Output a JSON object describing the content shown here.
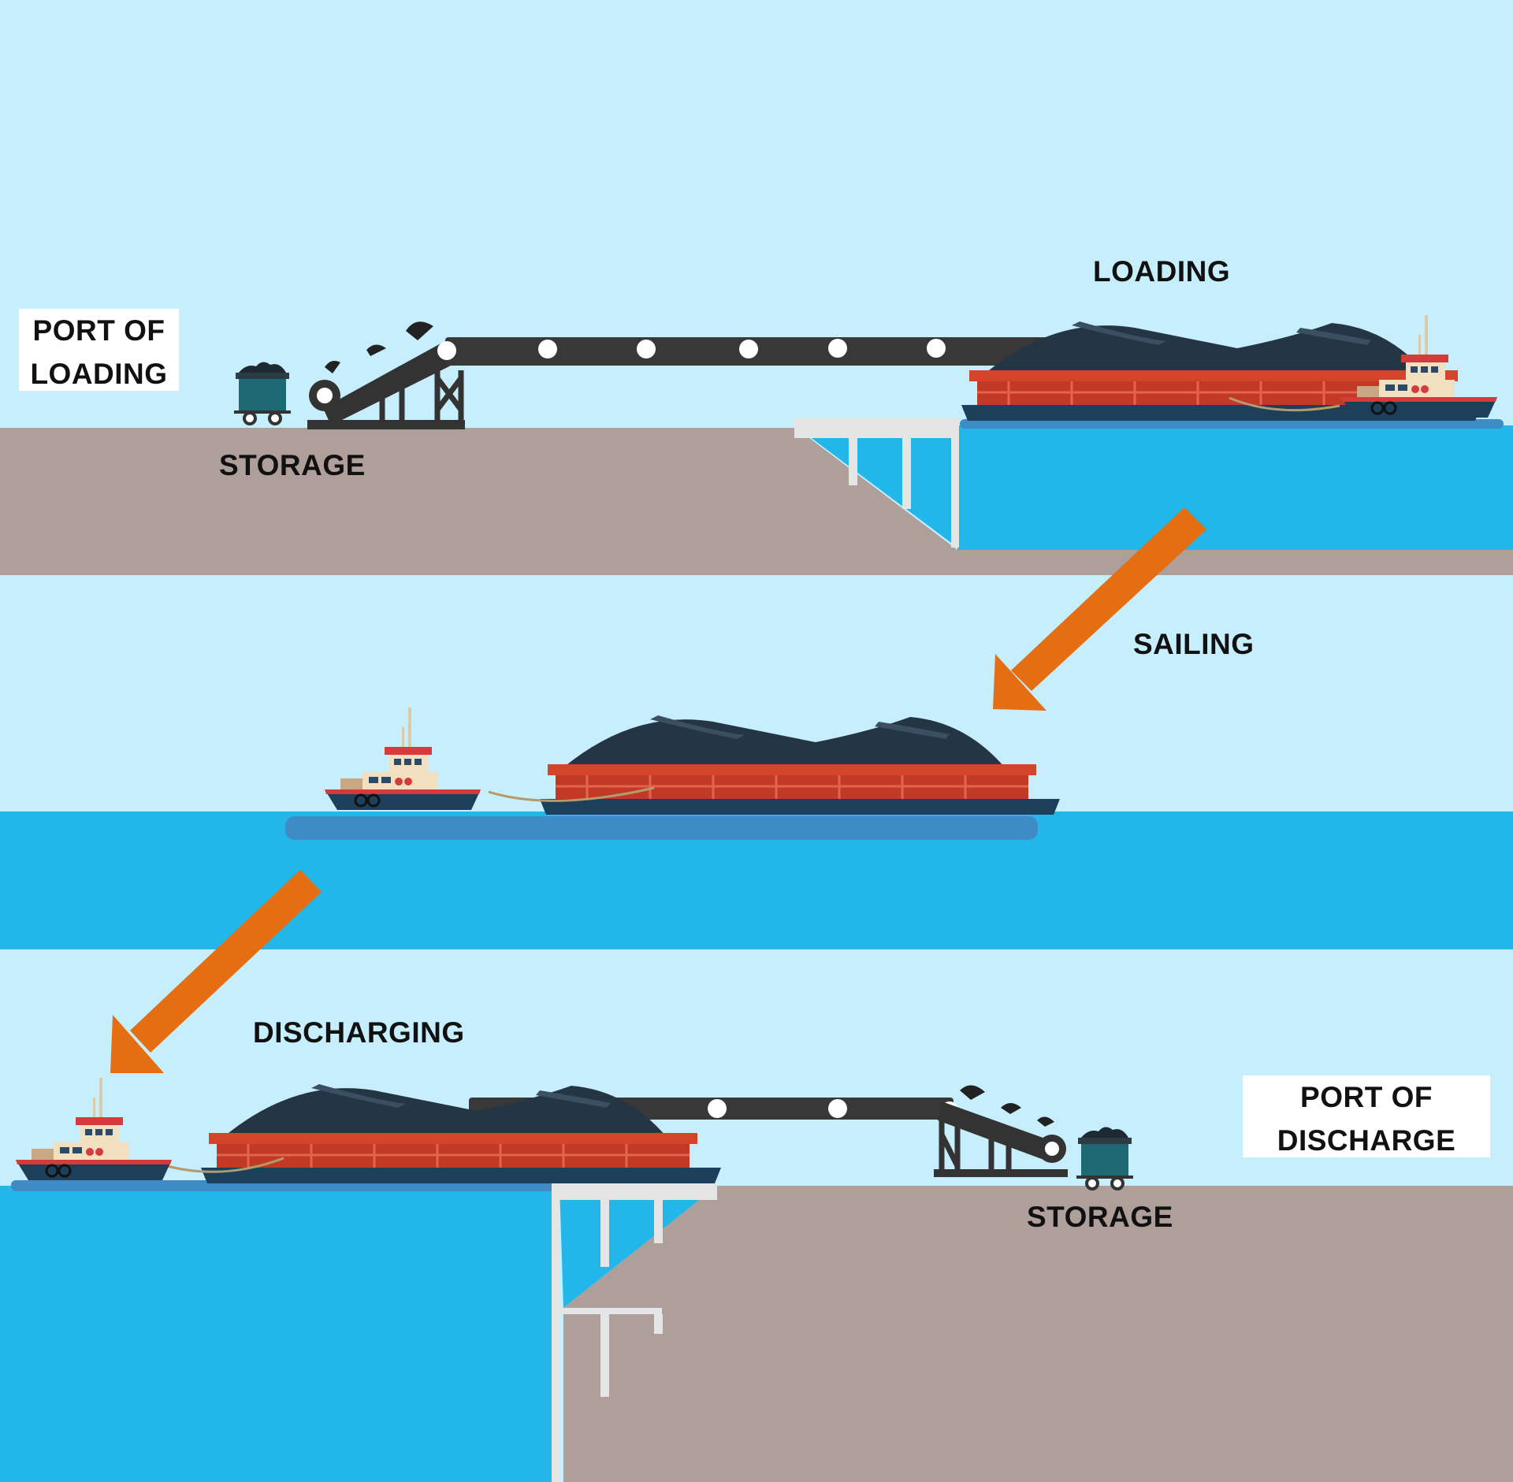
{
  "labels": {
    "port_of_loading": [
      "PORT OF",
      "LOADING"
    ],
    "storage_top": "STORAGE",
    "loading": "LOADING",
    "sailing": "SAILING",
    "discharging": "DISCHARGING",
    "port_of_discharge": [
      "PORT OF",
      "DISCHARGE"
    ],
    "storage_bottom": "STORAGE"
  },
  "colors": {
    "sky": "#c7eefd",
    "water": "#22b7e8",
    "land": "#ae9f9b",
    "arrow": "#e56d12",
    "conveyor": "#3a3a3a",
    "coal": "#243544",
    "barge": "#d3442a",
    "hull": "#1c3f5c",
    "pier": "#e5e5e5"
  },
  "icons": [
    "coal-cart-icon",
    "conveyor-icon",
    "tugboat-icon",
    "coal-barge-icon",
    "pier-icon",
    "arrow-icon"
  ]
}
